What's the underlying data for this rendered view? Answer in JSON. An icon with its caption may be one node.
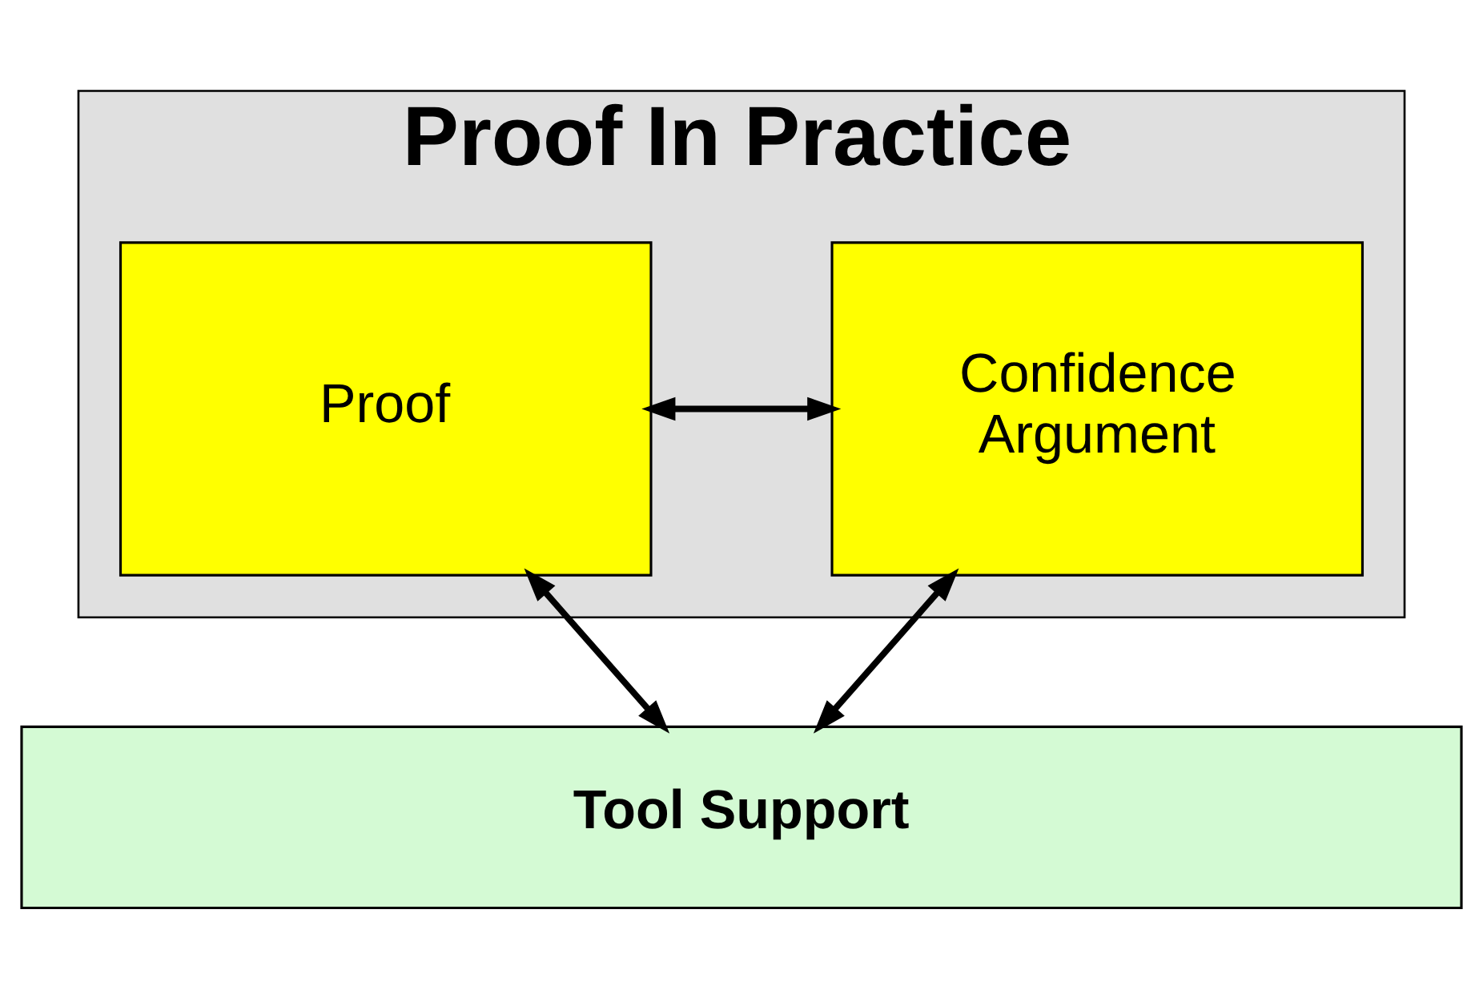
{
  "diagram": {
    "nodes": [
      {
        "text": [
          "Proof In Practice"
        ]
      },
      {
        "text": [
          "Proof"
        ],
        "in": 0
      },
      {
        "text": [
          "Confidence Argument"
        ],
        "in": 0
      },
      {
        "text": [
          "Tool Support"
        ]
      }
    ],
    "edges": [
      {
        "from": 1,
        "to": 2,
        "arrow": "both"
      },
      {
        "from": 1,
        "to": 3,
        "arrow": "both"
      },
      {
        "from": 2,
        "to": 3,
        "arrow": "both"
      }
    ]
  }
}
